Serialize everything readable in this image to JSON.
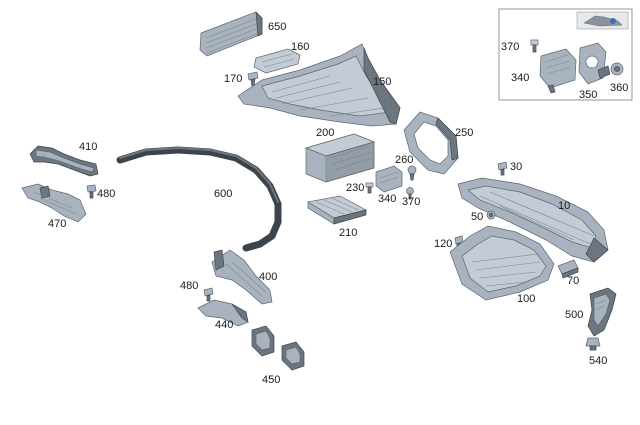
{
  "labels": {
    "p650": "650",
    "p160": "160",
    "p170": "170",
    "p150": "150",
    "p370a": "370",
    "p340a": "340",
    "p350": "350",
    "p360": "360",
    "p410": "410",
    "p480a": "480",
    "p470": "470",
    "p600": "600",
    "p200": "200",
    "p250": "250",
    "p260": "260",
    "p230": "230",
    "p340b": "340",
    "p370b": "370",
    "p210": "210",
    "p30": "30",
    "p10": "10",
    "p50": "50",
    "p120": "120",
    "p400": "400",
    "p480b": "480",
    "p440": "440",
    "p450": "450",
    "p100": "100",
    "p70": "70",
    "p500": "500",
    "p540": "540"
  },
  "colors": {
    "part_fill": "#a9b3bf",
    "part_dark": "#6c7680",
    "hose": "#3c434a",
    "label_text": "#1a1a1a"
  }
}
